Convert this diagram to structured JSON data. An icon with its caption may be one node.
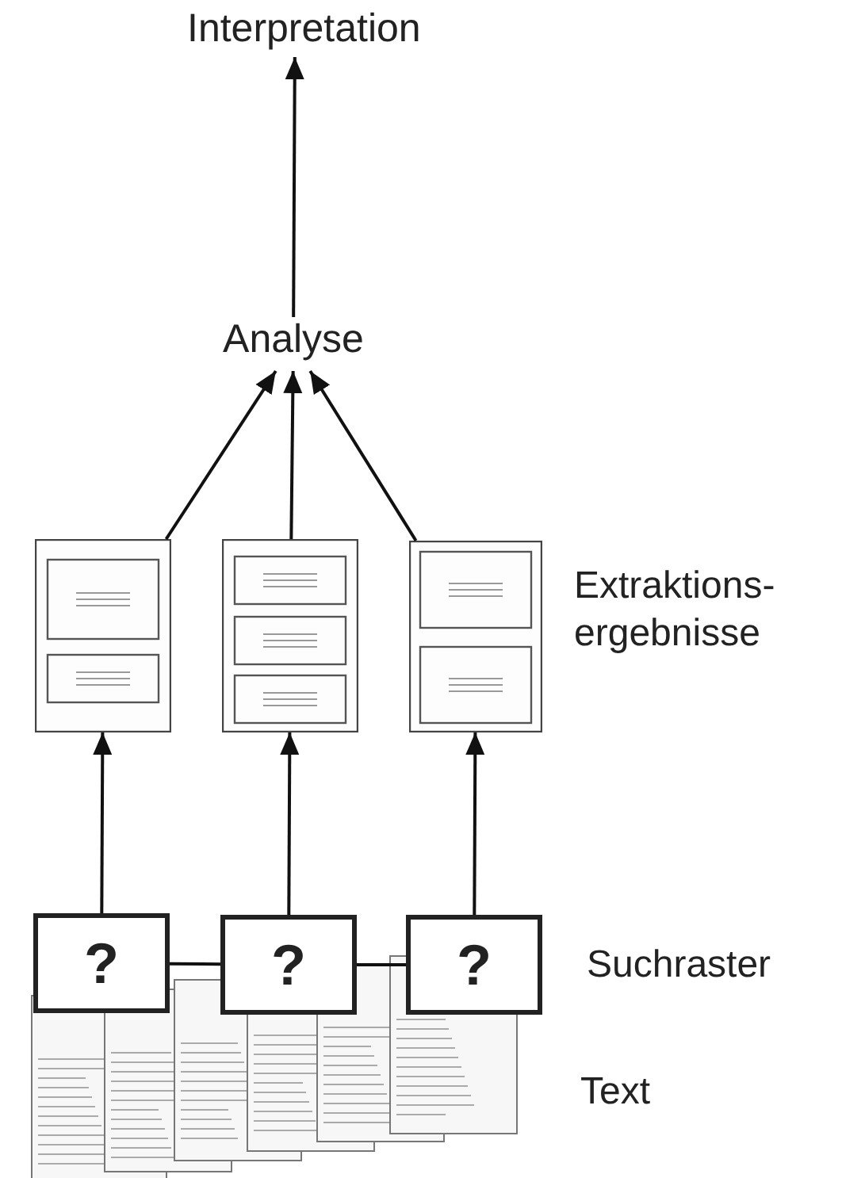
{
  "diagram": {
    "nodes": [
      {
        "text": [
          "Interpretation"
        ]
      },
      {
        "text": [
          "Analyse"
        ]
      },
      {
        "text": [],
        "shape": "box"
      },
      {
        "text": [],
        "shape": "box"
      },
      {
        "text": [],
        "shape": "box"
      },
      {
        "text": [
          "?"
        ]
      },
      {
        "text": [
          "?"
        ]
      },
      {
        "text": [
          "?"
        ]
      }
    ],
    "edges": [
      {
        "from": 5,
        "to": 2,
        "arrow": "to"
      },
      {
        "from": 6,
        "to": 3,
        "arrow": "to"
      },
      {
        "from": 7,
        "to": 4,
        "arrow": "to"
      },
      {
        "from": 2,
        "to": 1,
        "arrow": "to"
      },
      {
        "from": 3,
        "to": 1,
        "arrow": "to"
      },
      {
        "from": 4,
        "to": 1,
        "arrow": "to"
      },
      {
        "from": 1,
        "to": 0,
        "arrow": "to"
      },
      {
        "from": 5,
        "to": 6,
        "arrow": "none"
      },
      {
        "from": 6,
        "to": 7,
        "arrow": "none"
      }
    ],
    "labels": [
      "Extraktions-ergebnisse",
      "Suchraster",
      "Text"
    ]
  }
}
